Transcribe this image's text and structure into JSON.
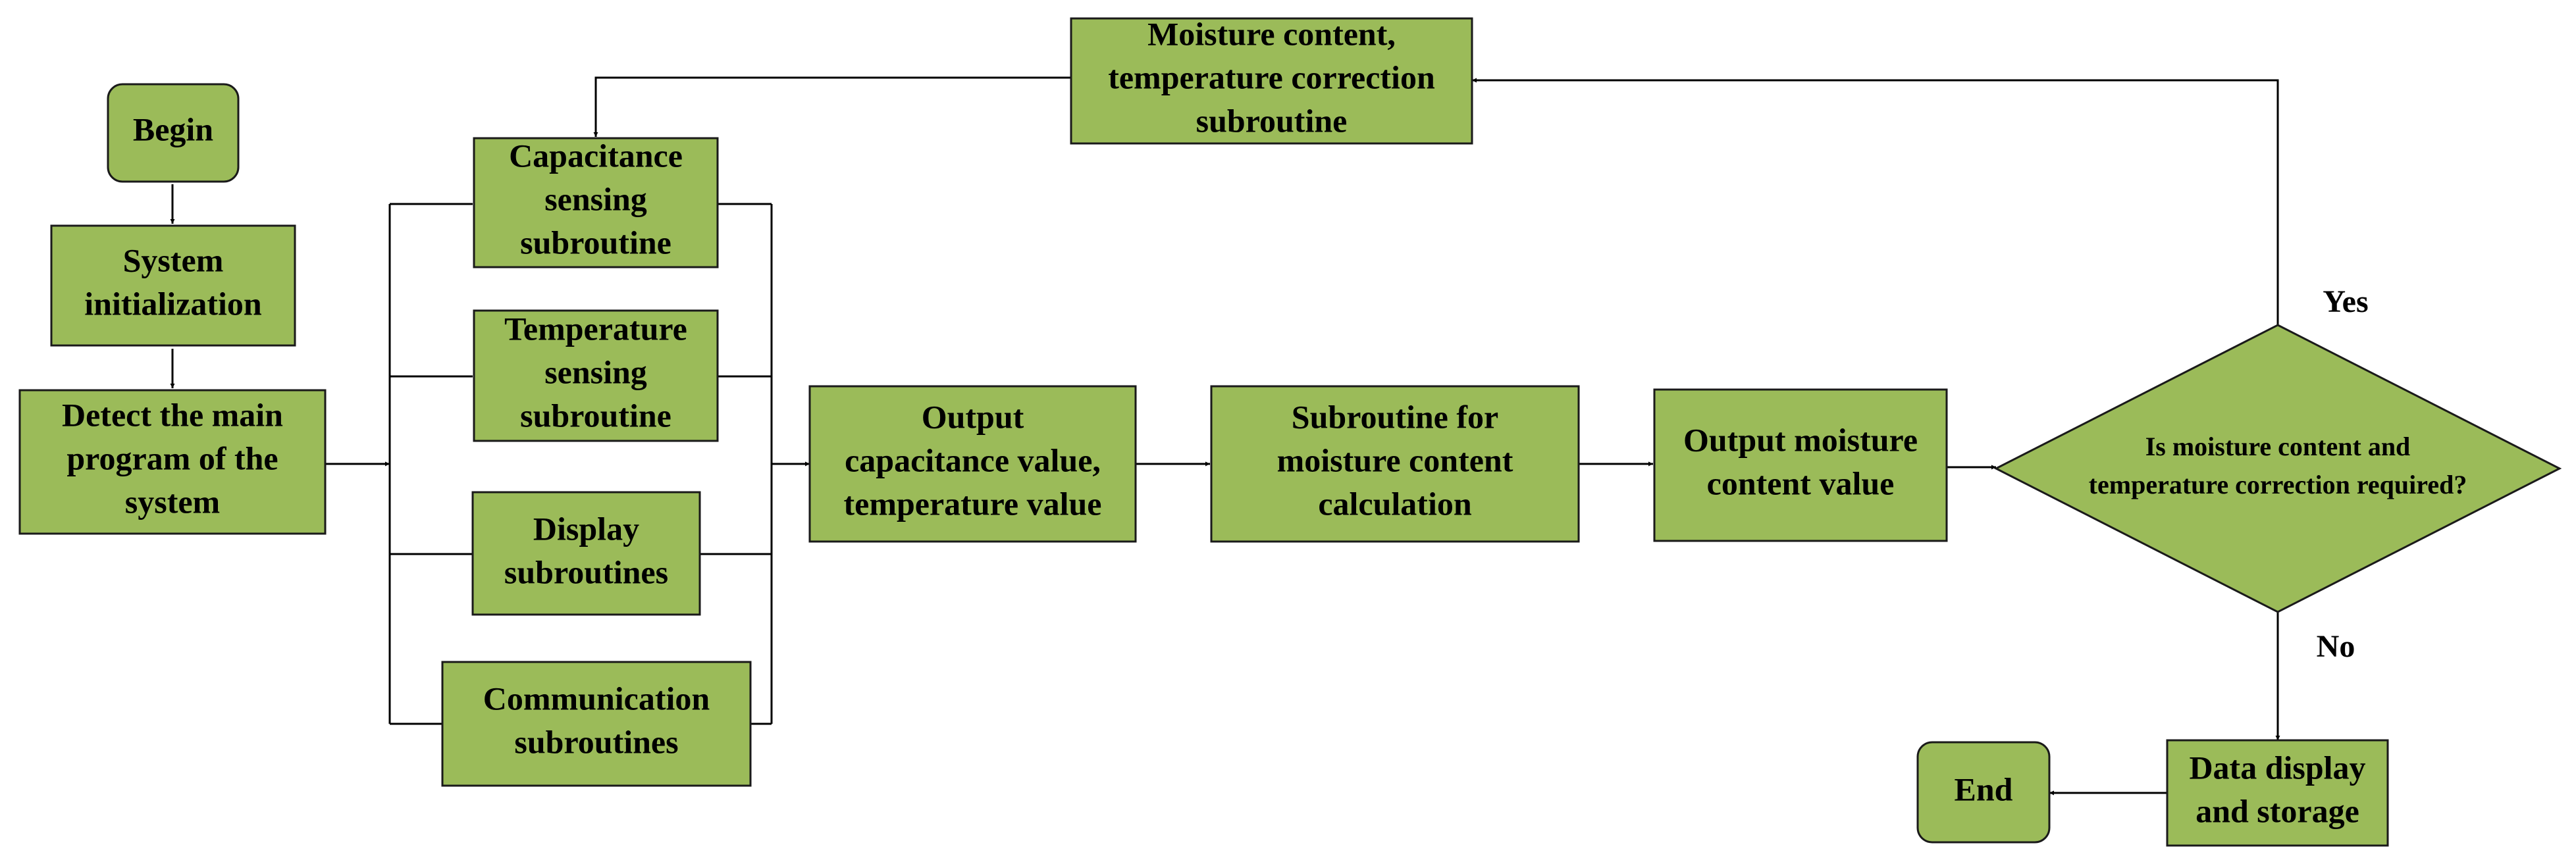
{
  "colors": {
    "node_fill": "#9BBB59",
    "node_stroke": "#1a1a1a",
    "line": "#000000",
    "background": "#ffffff"
  },
  "nodes": {
    "begin": [
      "Begin"
    ],
    "init": [
      "System",
      "initialization"
    ],
    "detect": [
      "Detect the main",
      "program of the",
      "system"
    ],
    "capacitance": [
      "Capacitance",
      "sensing",
      "subroutine"
    ],
    "temperature": [
      "Temperature",
      "sensing",
      "subroutine"
    ],
    "display": [
      "Display",
      "subroutines"
    ],
    "communication": [
      "Communication",
      "subroutines"
    ],
    "output_cap": [
      "Output",
      "capacitance value,",
      "temperature value"
    ],
    "moisture_calc": [
      "Subroutine for",
      "moisture content",
      "calculation"
    ],
    "output_moist": [
      "Output moisture",
      "content value"
    ],
    "decision": [
      "Is moisture content and",
      "temperature correction required?"
    ],
    "correction": [
      "Moisture content,",
      "temperature correction",
      "subroutine"
    ],
    "data_display": [
      "Data display",
      "and storage"
    ],
    "end": [
      "End"
    ]
  },
  "labels": {
    "yes": "Yes",
    "no": "No"
  }
}
